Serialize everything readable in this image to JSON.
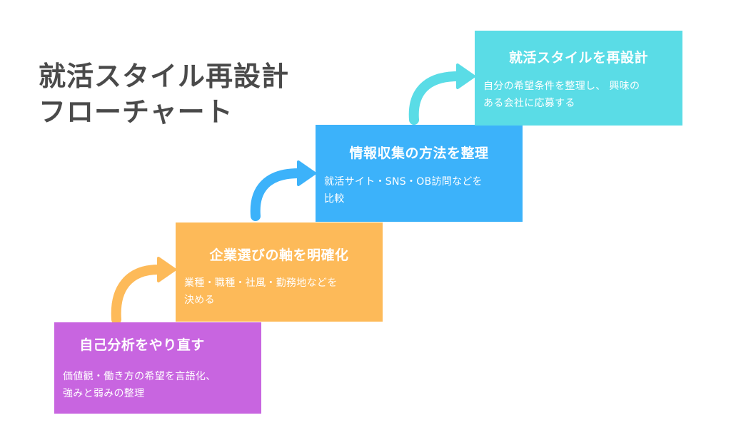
{
  "title": {
    "line1": "就活スタイル再設計",
    "line2": "フローチャート"
  },
  "steps": [
    {
      "title": "自己分析をやり直す",
      "desc_line1": "価値観・働き方の希望を言語化、",
      "desc_line2": "強みと弱みの整理",
      "color": "#c865e0"
    },
    {
      "title": "企業選びの軸を明確化",
      "desc_line1": "業種・職種・社風・勤務地などを",
      "desc_line2": "決める",
      "color": "#fdba59"
    },
    {
      "title": "情報収集の方法を整理",
      "desc_line1": "就活サイト・SNS・OB訪問などを",
      "desc_line2": "比較",
      "color": "#3cb2fa"
    },
    {
      "title": "就活スタイルを再設計",
      "desc_line1": "自分の希望条件を整理し、 興味の",
      "desc_line2": "ある会社に応募する",
      "color": "#5adce6"
    }
  ],
  "arrows": [
    {
      "icon": "curved-arrow-icon",
      "color": "#fdba59"
    },
    {
      "icon": "curved-arrow-icon",
      "color": "#3cb2fa"
    },
    {
      "icon": "curved-arrow-icon",
      "color": "#5adce6"
    }
  ]
}
